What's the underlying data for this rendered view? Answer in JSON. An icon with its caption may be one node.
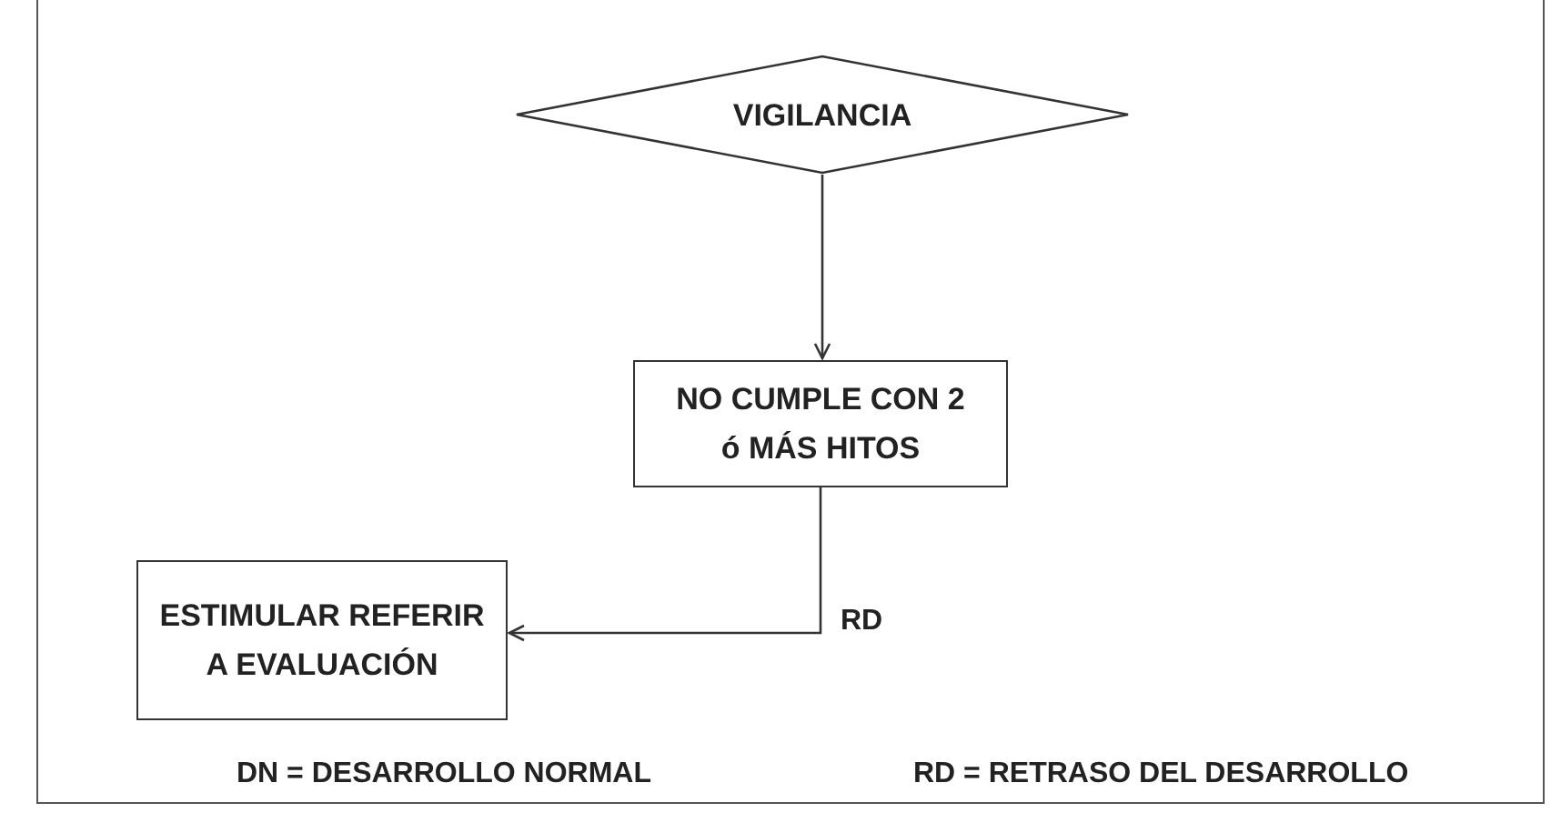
{
  "diagram": {
    "nodes": [
      {
        "text": [
          "VIGILANCIA"
        ]
      },
      {
        "text": [
          "NO CUMPLE CON 2 ó MÁS HITOS"
        ]
      },
      {
        "text": [
          "ESTIMULAR REFERIR A EVALUACIÓN"
        ]
      }
    ],
    "edges": [
      {
        "from": 0,
        "to": 1,
        "arrow": "to"
      },
      {
        "from": 1,
        "to": 2,
        "arrow": "to",
        "label": "RD"
      }
    ],
    "labels": [
      "DN = DESARROLLO NORMAL",
      "RD = RETRASO DEL DESARROLLO"
    ]
  }
}
